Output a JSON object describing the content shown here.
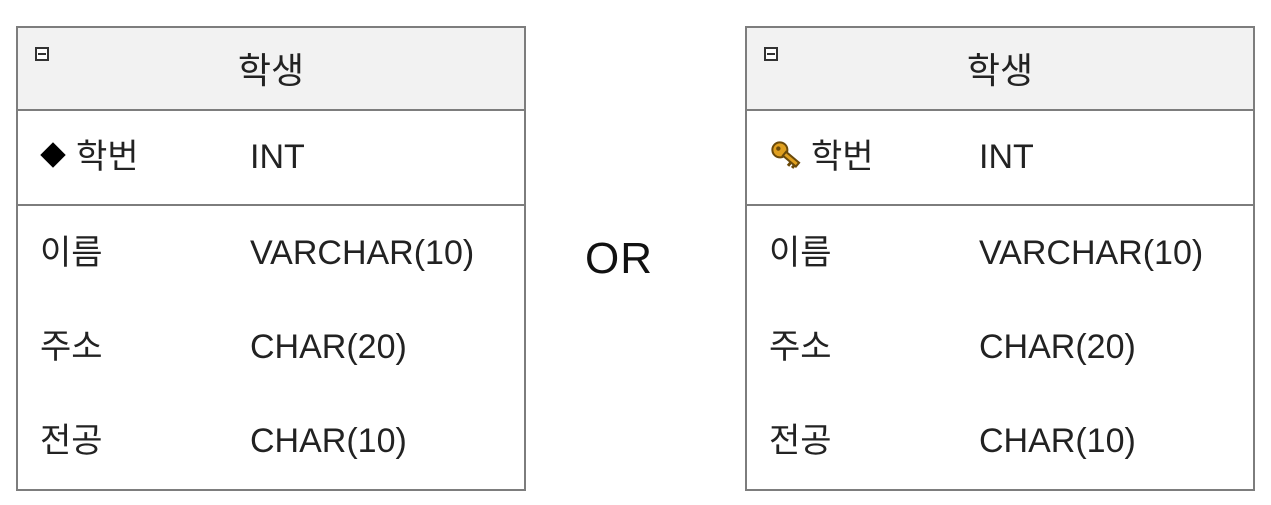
{
  "left_entity": {
    "title": "학생",
    "primary_key": {
      "name": "학번",
      "type": "INT",
      "marker": "diamond-icon"
    },
    "attributes": [
      {
        "name": "이름",
        "type": "VARCHAR(10)"
      },
      {
        "name": "주소",
        "type": "CHAR(20)"
      },
      {
        "name": "전공",
        "type": "CHAR(10)"
      }
    ]
  },
  "separator": "OR",
  "right_entity": {
    "title": "학생",
    "primary_key": {
      "name": "학번",
      "type": "INT",
      "marker": "key-icon"
    },
    "attributes": [
      {
        "name": "이름",
        "type": "VARCHAR(10)"
      },
      {
        "name": "주소",
        "type": "CHAR(20)"
      },
      {
        "name": "전공",
        "type": "CHAR(10)"
      }
    ]
  },
  "colors": {
    "border": "#7d7d7d",
    "header_bg": "#f2f2f2",
    "key_fill": "#e0a020"
  }
}
